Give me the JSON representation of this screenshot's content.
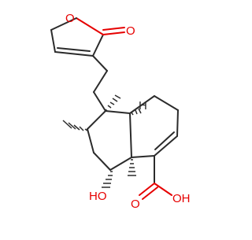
{
  "structure": {
    "atom_labels": {
      "ring_oxygen": "O",
      "carbonyl_oxygen": "O",
      "hydroxyl": "HO",
      "hydroxyl_o": "O",
      "hydroxyl_h": "H",
      "ring_h_1": "H",
      "ring_h_2": "H",
      "acid_oxygen": "O"
    },
    "colors": {
      "bond": "#2b2b2b",
      "heteroatom": "#e60000",
      "background": "#ffffff"
    }
  }
}
